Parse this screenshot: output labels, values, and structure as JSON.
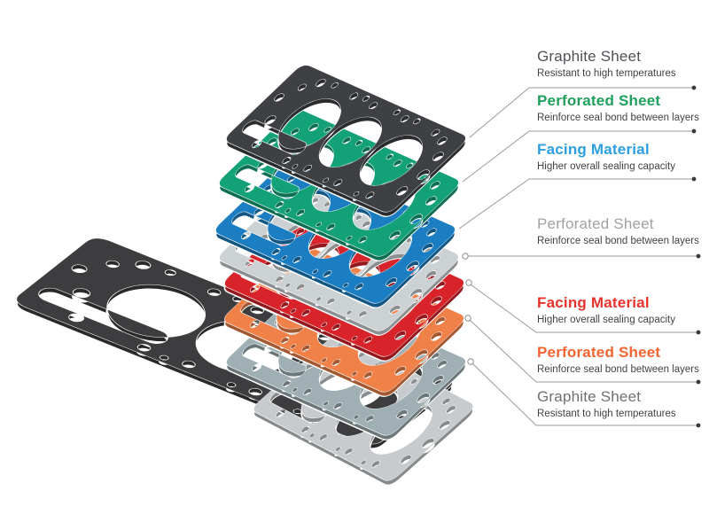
{
  "diagram": {
    "subject": "Head gasket exploded layers",
    "labels": [
      {
        "id": "graphite-top",
        "title": "Graphite Sheet",
        "desc": "Resistant to high temperatures",
        "color": "#4e5256",
        "accent": false
      },
      {
        "id": "perforated-green",
        "title": "Perforated Sheet",
        "desc": "Reinforce seal bond between layers",
        "color": "#1fa05c",
        "accent": true
      },
      {
        "id": "facing-blue",
        "title": "Facing Material",
        "desc": "Higher overall sealing capacity",
        "color": "#2d9fe0",
        "accent": true
      },
      {
        "id": "perforated-gray",
        "title": "Perforated Sheet",
        "desc": "Reinforce seal bond between layers",
        "color": "#9fa1a4",
        "accent": false
      },
      {
        "id": "facing-red",
        "title": "Facing Material",
        "desc": "Higher overall sealing capacity",
        "color": "#e8332c",
        "accent": true
      },
      {
        "id": "perforated-orange",
        "title": "Perforated Sheet",
        "desc": "Reinforce seal bond between layers",
        "color": "#f26430",
        "accent": true
      },
      {
        "id": "graphite-bottom",
        "title": "Graphite Sheet",
        "desc": "Resistant to high temperatures",
        "color": "#6f7073",
        "accent": false
      }
    ],
    "layers": [
      {
        "name": "graphite-sheet-top",
        "color": "#3e4044"
      },
      {
        "name": "perforated-sheet-green",
        "color": "#13a277"
      },
      {
        "name": "facing-material-blue",
        "color": "#1b7ec2"
      },
      {
        "name": "perforated-sheet-gray",
        "color": "#ccd2d4"
      },
      {
        "name": "facing-material-red",
        "color": "#d8232a"
      },
      {
        "name": "perforated-sheet-orange",
        "color": "#f08249"
      },
      {
        "name": "graphite-sheet-bottom",
        "color": "#9fafb4"
      },
      {
        "name": "assembled-gasket-dark",
        "color": "#3d3d3f"
      },
      {
        "name": "assembled-gasket-light",
        "color": "#c7cbcd"
      }
    ],
    "leader_line_color": "#9a9a9a"
  }
}
